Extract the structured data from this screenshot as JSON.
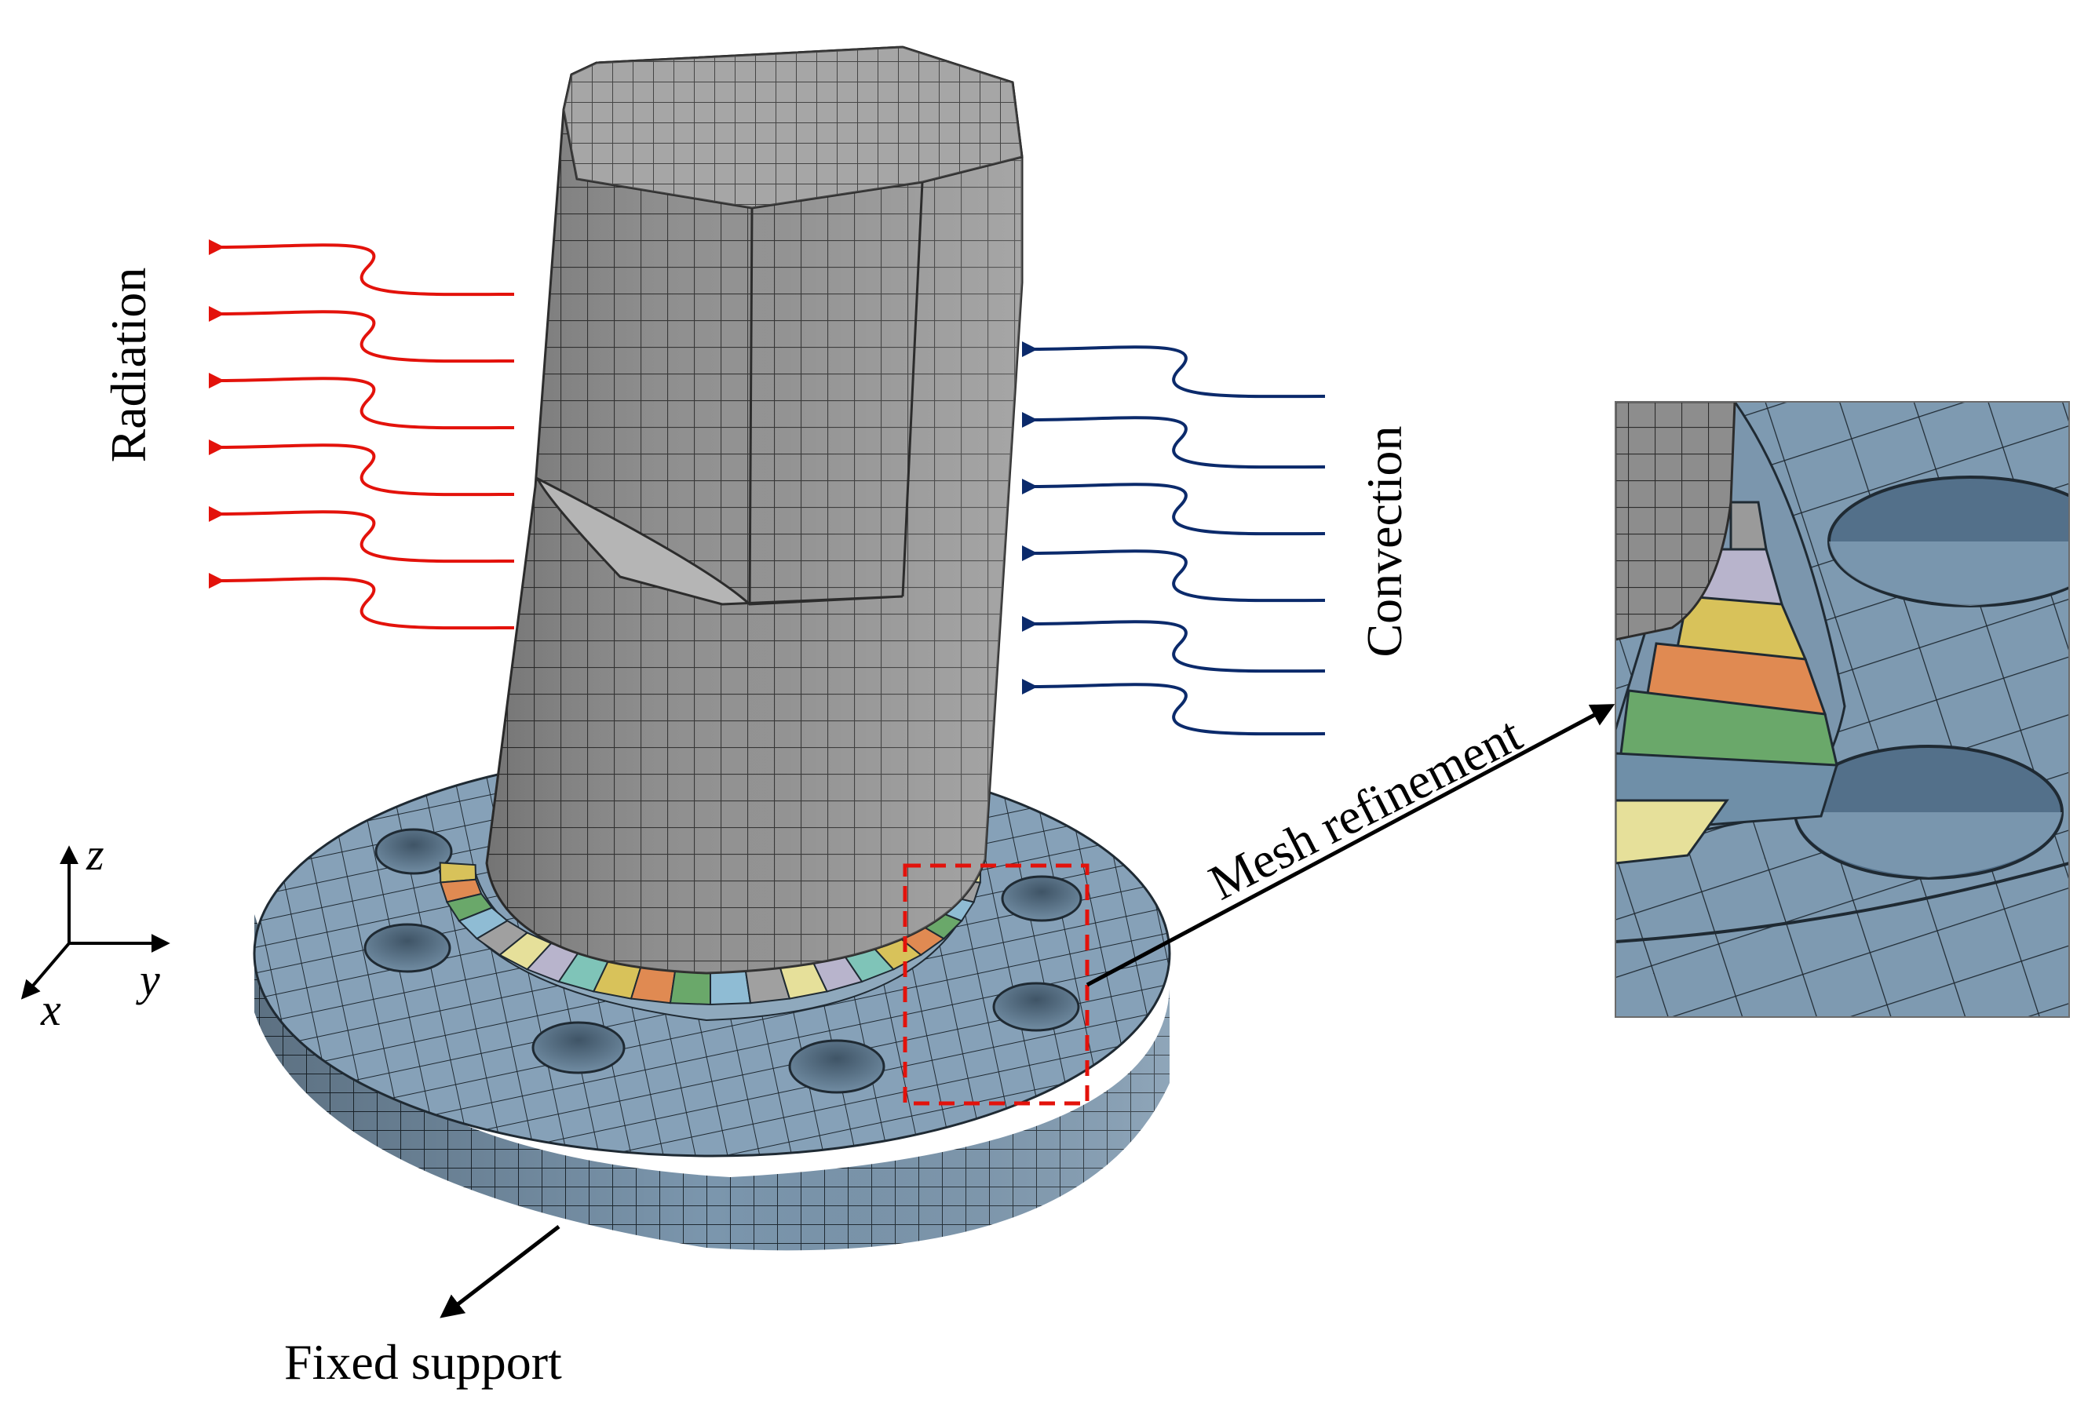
{
  "labels": {
    "radiation": "Radiation",
    "convection": "Convection",
    "mesh_refinement": "Mesh refinement",
    "fixed_support": "Fixed support"
  },
  "axes": {
    "z": "z",
    "x": "x",
    "y": "y"
  },
  "colors": {
    "radiation_arrows": "#e3120b",
    "convection_arrows": "#0b2a6b",
    "shaft_mesh": "#8c8c8c",
    "flange_mesh": "#7d97ae",
    "refinement_box": "#e3120b",
    "fillet_bands": [
      "#d8c25a",
      "#e08a52",
      "#6aa86a",
      "#8fbcd4",
      "#a0a0a0",
      "#e6e09a",
      "#b8b4cc",
      "#7fc4b8"
    ]
  }
}
